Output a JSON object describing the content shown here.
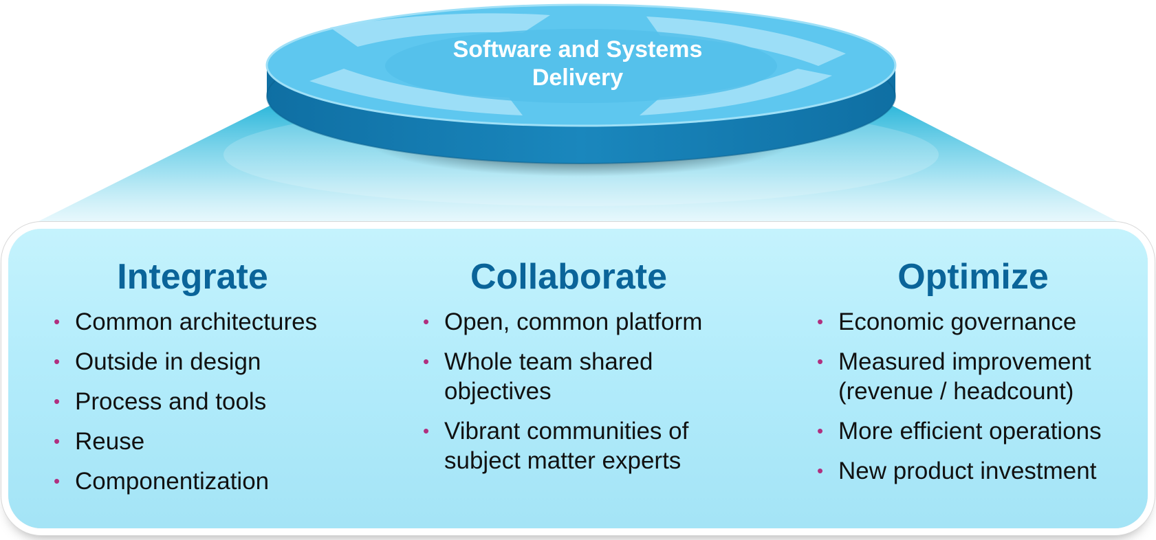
{
  "disc": {
    "title_line1": "Software and Systems",
    "title_line2": "Delivery"
  },
  "columns": [
    {
      "heading": "Integrate",
      "items": [
        "Common architectures",
        "Outside in design",
        "Process and tools",
        "Reuse",
        "Componentization"
      ]
    },
    {
      "heading": "Collaborate",
      "items": [
        "Open, common platform",
        "Whole team shared objectives",
        "Vibrant communities of subject matter experts"
      ]
    },
    {
      "heading": "Optimize",
      "items": [
        "Economic governance",
        "Measured improvement (revenue / headcount)",
        "More efficient operations",
        "New product investment"
      ]
    }
  ],
  "colors": {
    "heading": "#0a6499",
    "bullet": "#b0307f",
    "disc_top": "#5ec7ef",
    "disc_side": "#137fb4",
    "panel": "#b9eefb"
  }
}
